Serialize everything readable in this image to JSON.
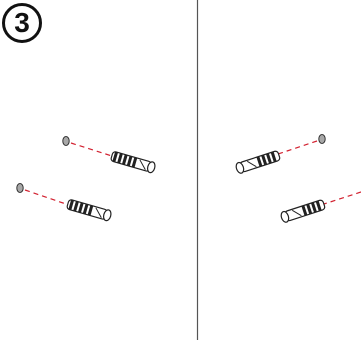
{
  "step": {
    "number": "3"
  },
  "colors": {
    "line": "#555555",
    "dash": "#d2202f",
    "hole_fill": "#a8a8a8",
    "hole_stroke": "#333333",
    "anchor_fill": "#ffffff",
    "anchor_rib": "#222222"
  },
  "icons": [
    "wall-divider",
    "drill-hole",
    "wall-anchor"
  ]
}
